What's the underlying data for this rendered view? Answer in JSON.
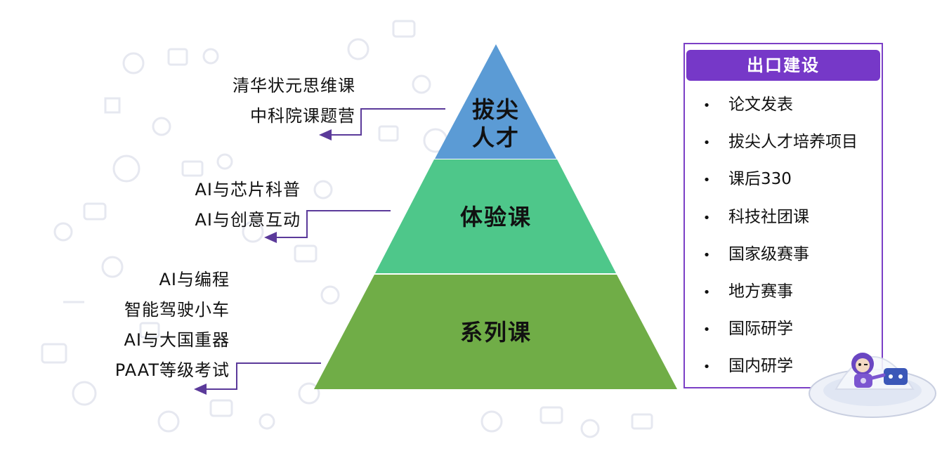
{
  "pyramid": {
    "tiers": [
      {
        "label_lines": [
          "拔尖",
          "人才"
        ],
        "color": "#5b9bd5"
      },
      {
        "label": "体验课",
        "color": "#4ec78a"
      },
      {
        "label": "系列课",
        "color": "#70ad47"
      }
    ]
  },
  "side_labels": {
    "top": [
      "清华状元思维课",
      "中科院课题营"
    ],
    "middle": [
      "AI与芯片科普",
      "AI与创意互动"
    ],
    "bottom": [
      "AI与编程",
      "智能驾驶小车",
      "AI与大国重器",
      "PAAT等级考试"
    ]
  },
  "exit_panel": {
    "title": "出口建设",
    "bullet": "•",
    "items": [
      "论文发表",
      "拔尖人才培养项目",
      "课后330",
      "科技社团课",
      "国家级赛事",
      "地方赛事",
      "国际研学",
      "国内研学"
    ]
  },
  "colors": {
    "accent_purple": "#7638c8",
    "connector": "#5b3a9a"
  },
  "icons": {
    "mascot": "robot-mascot-icon",
    "background": "tech-icon-pattern"
  }
}
